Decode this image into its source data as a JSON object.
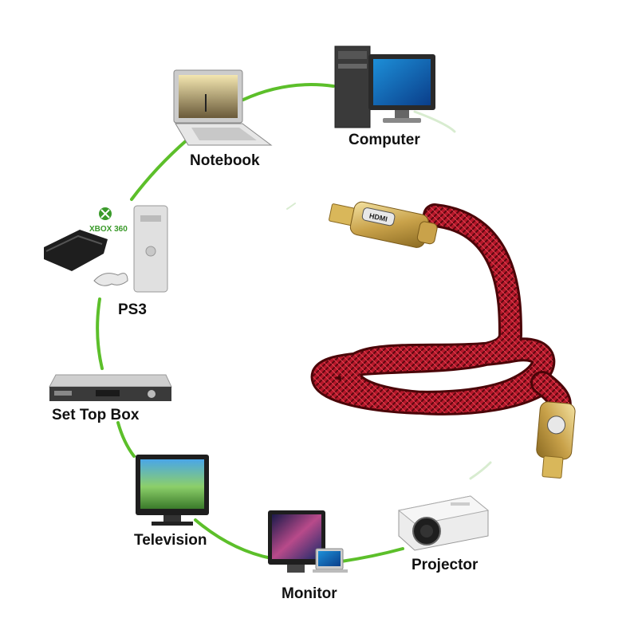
{
  "devices": [
    {
      "id": "computer",
      "label": "Computer",
      "icon": "desktop-computer-icon"
    },
    {
      "id": "notebook",
      "label": "Notebook",
      "icon": "laptop-icon"
    },
    {
      "id": "ps3",
      "label": "PS3",
      "icon": "game-console-icon"
    },
    {
      "id": "set-top-box",
      "label": "Set Top Box",
      "icon": "set-top-box-icon"
    },
    {
      "id": "television",
      "label": "Television",
      "icon": "television-icon"
    },
    {
      "id": "monitor",
      "label": "Monitor",
      "icon": "monitor-icon"
    },
    {
      "id": "projector",
      "label": "Projector",
      "icon": "projector-icon"
    }
  ],
  "xbox_badge": "XBOX 360",
  "cable": {
    "connector_logo": "HDMI",
    "jacket_color": "#b5172a",
    "plug_color": "#d9b75a"
  },
  "colors": {
    "ring": "#5cbf2a",
    "ring_faint": "#d8ecd0"
  }
}
